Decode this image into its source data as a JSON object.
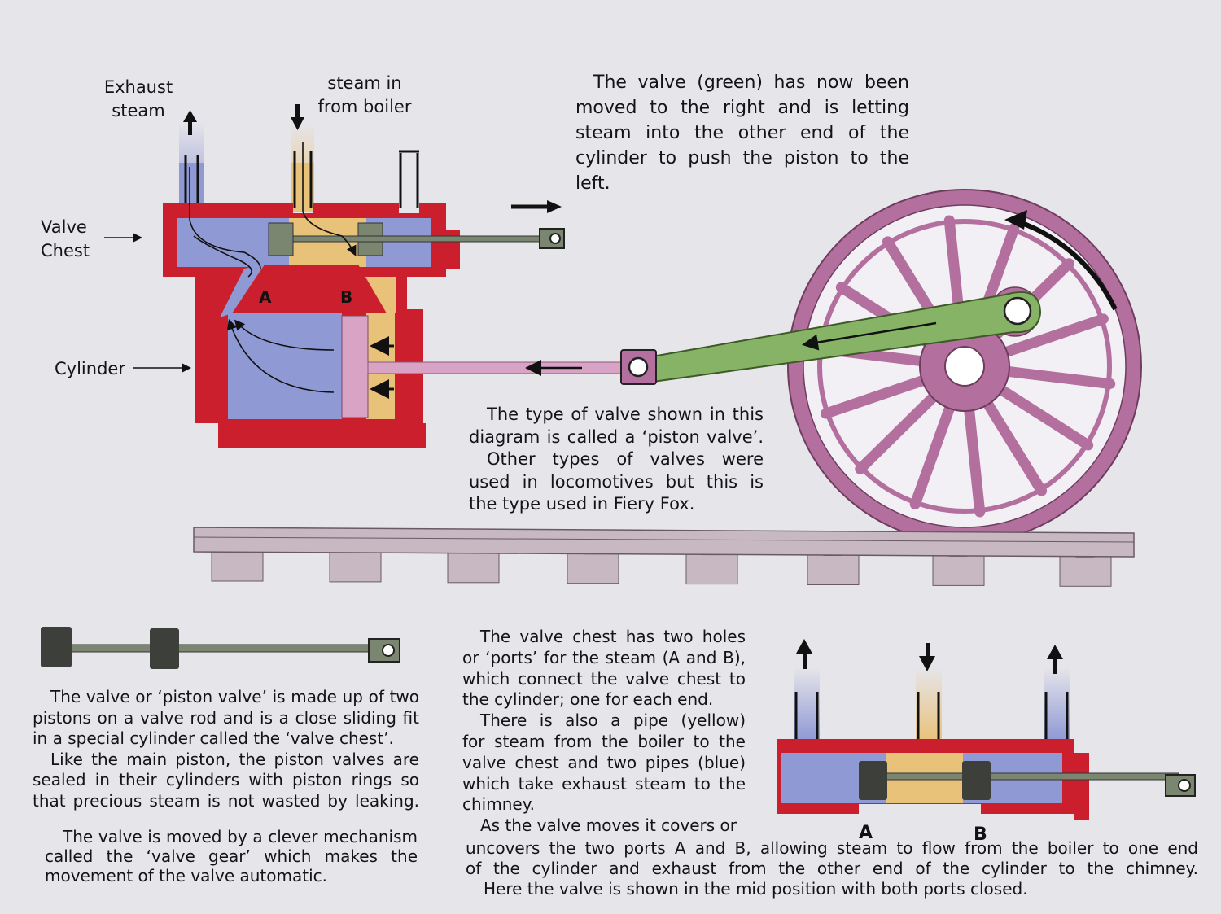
{
  "labels": {
    "exhaust_steam": [
      "Exhaust",
      "steam"
    ],
    "steam_in": [
      "steam in",
      "from boiler"
    ],
    "valve_chest": [
      "Valve",
      "Chest"
    ],
    "cylinder": "Cylinder",
    "port_a": "A",
    "port_b": "B"
  },
  "text_top_right": [
    "The valve (green) has now been",
    "moved to the right and is letting",
    "steam into the other end of the",
    "cylinder to push the piston to the",
    "left."
  ],
  "text_middle": [
    "The type of valve shown in this",
    "diagram is called a ‘piston valve’.",
    "Other types of valves were",
    "used in locomotives but this is",
    "the type used in Fiery Fox."
  ],
  "text_bottom_left_1": [
    "The valve or ‘piston valve’ is made up of two",
    "pistons on a valve rod and is a close sliding fit",
    "in a special cylinder called the ‘valve chest’.",
    "Like the main piston, the piston valves are",
    "sealed in their cylinders with piston rings so",
    "that precious steam is not wasted by leaking."
  ],
  "text_bottom_left_2": [
    "The valve is moved by a clever mechanism",
    "called the ‘valve gear’ which makes the",
    "movement of the valve automatic."
  ],
  "text_bottom_center": [
    "The valve chest has two holes",
    "or ‘ports’ for the steam (A and B),",
    "which connect the valve chest to",
    "the cylinder; one for each end.",
    "There is also a pipe (yellow)",
    "for steam from the boiler to the",
    "valve chest and two pipes (blue)",
    "which take exhaust steam to the",
    "chimney.",
    "As the valve moves it covers or"
  ],
  "text_bottom_wide": [
    "uncovers the two ports A and B, allowing steam to flow from the boiler to one end",
    "of the cylinder and exhaust from the other end of the cylinder to the chimney.",
    "Here the valve is shown in the mid position with both ports closed."
  ],
  "colors": {
    "casing_red": "#cc1f2d",
    "steam_yellow": "#e9c27a",
    "exhaust_blue": "#8f99d4",
    "piston_pink": "#d9a3c6",
    "wheel_mauve": "#b3709f",
    "connecting_rod_green": "#86b365",
    "valve_grey": "#7b8670",
    "rail_grey": "#c7b8c2"
  }
}
